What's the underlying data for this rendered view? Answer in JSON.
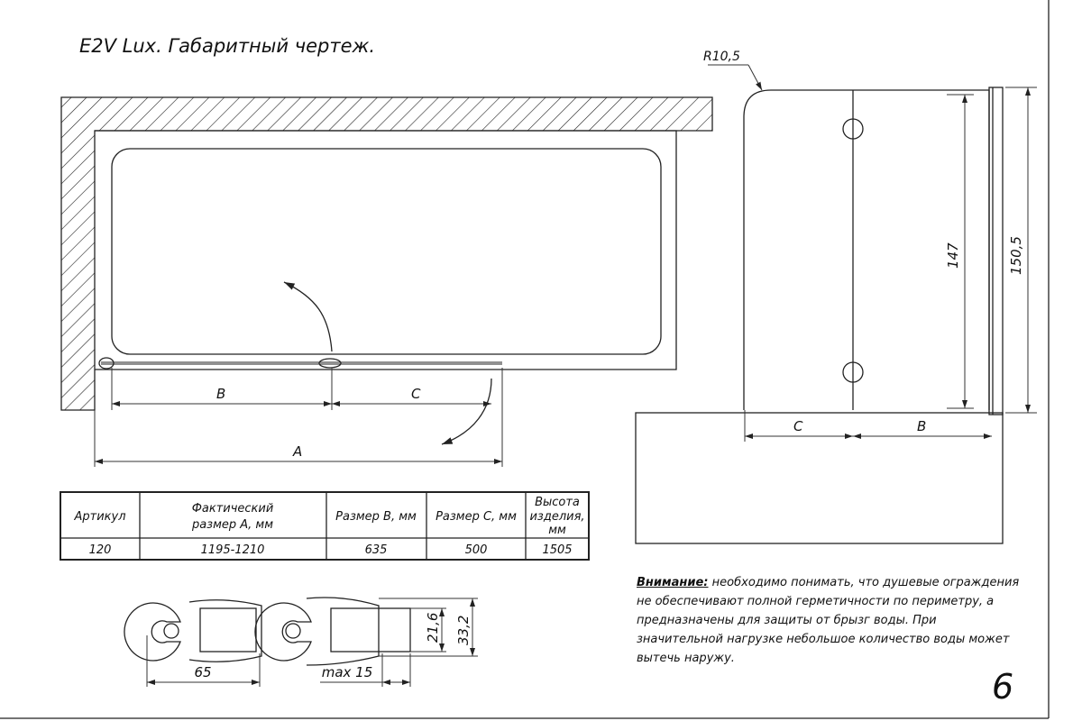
{
  "title": "E2V Lux. Габаритный чертеж.",
  "plan_view": {
    "label_b": "B",
    "label_c": "C",
    "label_a": "A"
  },
  "elevation_view": {
    "radius_label": "R10,5",
    "height_inner": "147",
    "height_total": "150,5",
    "label_c": "C",
    "label_b": "B"
  },
  "table": {
    "headers": [
      "Артикул",
      "Фактический размер А, мм",
      "Размер B, мм",
      "Размер C, мм",
      "Высота изделия, мм"
    ],
    "rows": [
      [
        "120",
        "1195-1210",
        "635",
        "500",
        "1505"
      ]
    ]
  },
  "profiles": {
    "width": "65",
    "gap": "max 15",
    "inner": "21,6",
    "outer": "33,2"
  },
  "note": {
    "heading": "Внимание:",
    "text": "необходимо понимать, что душевые ограждения не обеспечивают полной герметичности по периметру, а предназначены для защиты от брызг воды. При значительной нагрузке небольшое количество воды может вытечь наружу."
  },
  "page_number": "6"
}
